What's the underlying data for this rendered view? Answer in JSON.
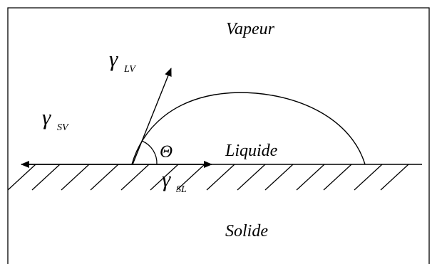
{
  "diagram": {
    "labels": {
      "vapeur": "Vapeur",
      "liquide": "Liquide",
      "solide": "Solide",
      "theta": "Θ",
      "gamma": "γ",
      "sub_lv": "LV",
      "sub_sv": "SV",
      "sub_sl": "SL"
    },
    "colors": {
      "stroke": "#000000",
      "background": "#ffffff"
    }
  }
}
